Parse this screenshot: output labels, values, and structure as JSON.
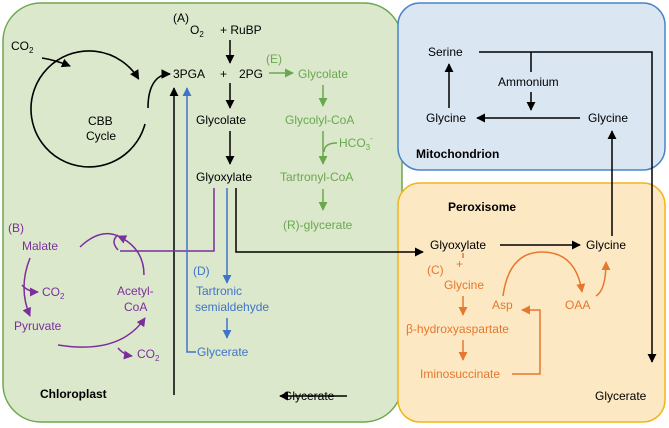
{
  "colors": {
    "black": "#000000",
    "green": "#6aa84f",
    "purple": "#7b2f9c",
    "blue": "#3f74c9",
    "orange": "#e6772e",
    "chloroplast_fill": "#dbe8cc",
    "chloroplast_stroke": "#6aa84f",
    "mitochondrion_fill": "#dbe6f3",
    "mitochondrion_stroke": "#4a86c6",
    "peroxisome_fill": "#fce9c3",
    "peroxisome_stroke": "#f2b51c"
  },
  "compartments": {
    "chloroplast": "Chloroplast",
    "mitochondrion": "Mitochondrion",
    "peroxisome": "Peroxisome"
  },
  "cbb": {
    "co2": "CO",
    "co2_sub": "2",
    "line1": "CBB",
    "line2": "Cycle"
  },
  "pathway_a": {
    "marker": "(A)",
    "o2": "O",
    "o2_sub": "2",
    "plus_rubp": "+ RuBP",
    "pga": "3PGA",
    "plus": "+",
    "pg": "2PG",
    "glycolate": "Glycolate",
    "glyoxylate": "Glyoxylate"
  },
  "pathway_e": {
    "marker": "(E)",
    "glycolate": "Glycolate",
    "glycolyl_coa": "Glycolyl-CoA",
    "hco3": "HCO",
    "hco3_sub": "3",
    "hco3_sup": "-",
    "tartronyl_coa": "Tartronyl-CoA",
    "r_glycerate": "(R)-glycerate"
  },
  "pathway_b": {
    "marker": "(B)",
    "malate": "Malate",
    "co2_a": "CO",
    "co2_a_sub": "2",
    "pyruvate": "Pyruvate",
    "acetyl": "Acetyl-",
    "coa": "CoA",
    "co2_b": "CO",
    "co2_b_sub": "2"
  },
  "pathway_d": {
    "marker": "(D)",
    "tartronic": "Tartronic",
    "semialdehyde": "semialdehyde",
    "glycerate": "Glycerate"
  },
  "mito": {
    "serine": "Serine",
    "ammonium": "Ammonium",
    "glycine_left": "Glycine",
    "glycine_right": "Glycine"
  },
  "perox": {
    "glyoxylate": "Glyoxylate",
    "glycine": "Glycine",
    "marker_c": "(C)",
    "plus": "+",
    "glycine_c": "Glycine",
    "asp": "Asp",
    "oaa": "OAA",
    "beta_hydroxy": "β-hydroxyaspartate",
    "iminosuccinate": "Iminosuccinate",
    "glycerate": "Glycerate"
  },
  "glycerate_chloroplast": "Glycerate"
}
